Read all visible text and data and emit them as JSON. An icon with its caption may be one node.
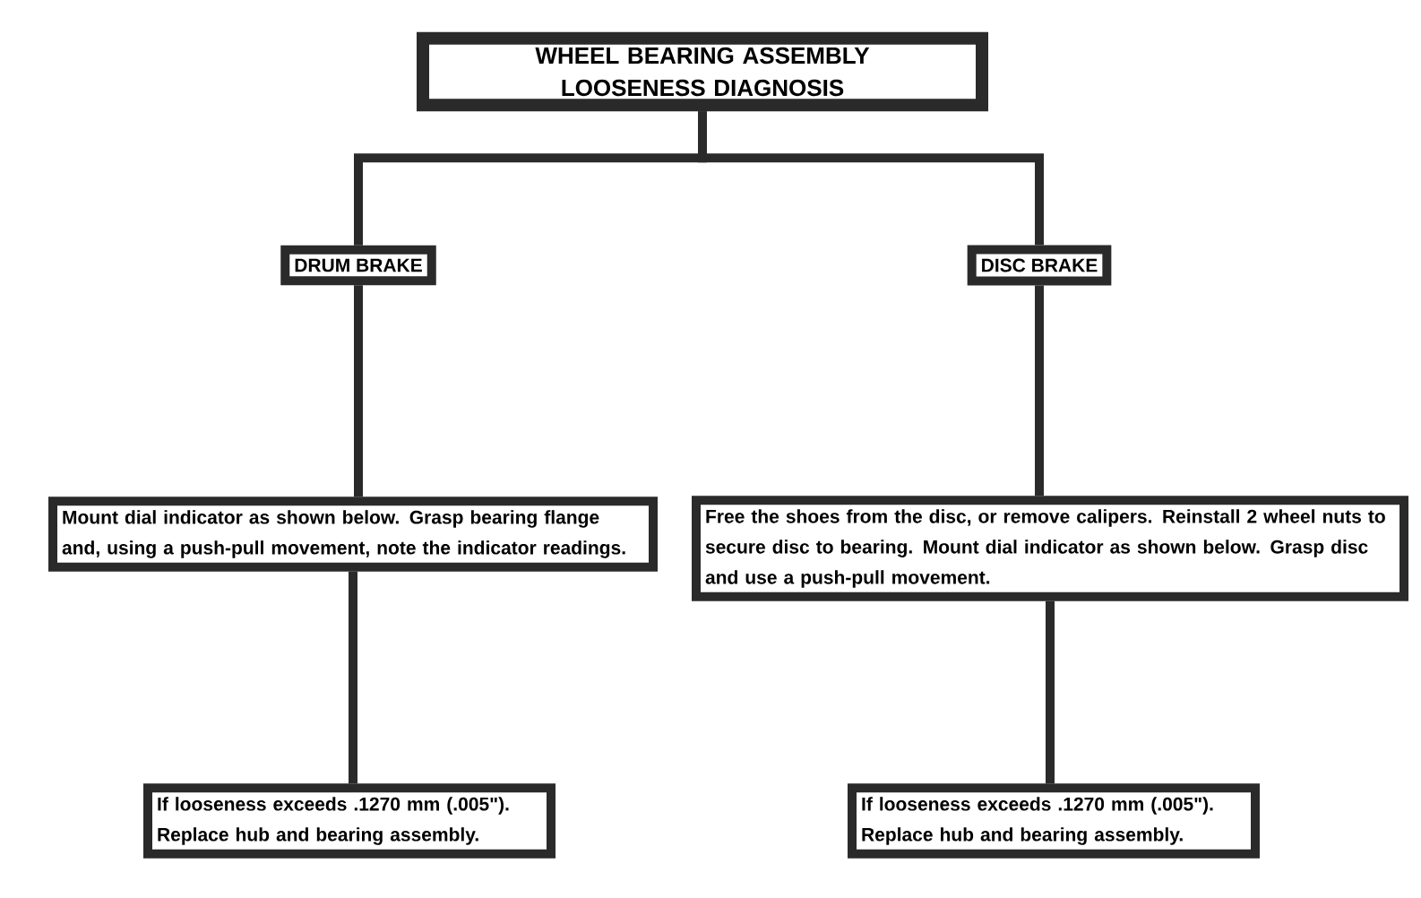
{
  "diagram": {
    "nodes": [
      {
        "text": [
          "WHEEL BEARING ASSEMBLY LOOSENESS DIAGNOSIS"
        ]
      },
      {
        "text": [
          "DRUM BRAKE"
        ]
      },
      {
        "text": [
          "DISC BRAKE"
        ]
      },
      {
        "text": [
          "Mount dial indicator as shown below. Grasp bearing flange and, using a push-pull movement, note the indicator readings."
        ]
      },
      {
        "text": [
          "Free the shoes from the disc, or remove calipers. Reinstall 2 wheel nuts to secure disc to bearing. Mount dial indicator as shown below. Grasp disc and use a push-pull movement."
        ]
      },
      {
        "text": [
          "If looseness exceeds .1270 mm (.005\"). Replace hub and bearing assembly."
        ]
      },
      {
        "text": [
          "If looseness exceeds .1270 mm (.005\"). Replace hub and bearing assembly."
        ]
      }
    ],
    "edges": [
      {
        "from": 0,
        "to": 1,
        "arrow": "none"
      },
      {
        "from": 0,
        "to": 2,
        "arrow": "none"
      },
      {
        "from": 1,
        "to": 3,
        "arrow": "none"
      },
      {
        "from": 2,
        "to": 4,
        "arrow": "none"
      },
      {
        "from": 3,
        "to": 5,
        "arrow": "none"
      },
      {
        "from": 4,
        "to": 6,
        "arrow": "none"
      }
    ]
  }
}
